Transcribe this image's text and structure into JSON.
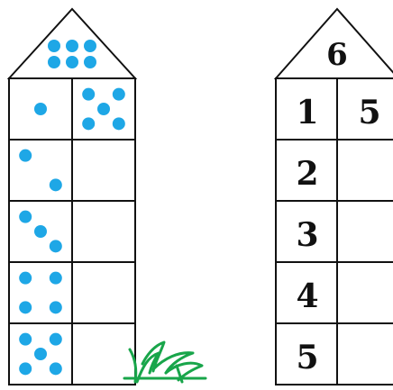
{
  "colors": {
    "dot": "#1ea7e6",
    "grass": "#18a54a",
    "line": "#111111"
  },
  "left_house": {
    "roof_dots": 6,
    "rows": [
      {
        "left_dots": 1,
        "right_dots": 5
      },
      {
        "left_dots": 2,
        "right_dots": null
      },
      {
        "left_dots": 3,
        "right_dots": null
      },
      {
        "left_dots": 4,
        "right_dots": null
      },
      {
        "left_dots": 5,
        "right_dots": null
      }
    ]
  },
  "right_house": {
    "roof": "6",
    "rows": [
      {
        "left": "1",
        "right": "5"
      },
      {
        "left": "2",
        "right": ""
      },
      {
        "left": "3",
        "right": ""
      },
      {
        "left": "4",
        "right": ""
      },
      {
        "left": "5",
        "right": ""
      }
    ]
  },
  "decoration": {
    "grass": "grass-tuft"
  }
}
